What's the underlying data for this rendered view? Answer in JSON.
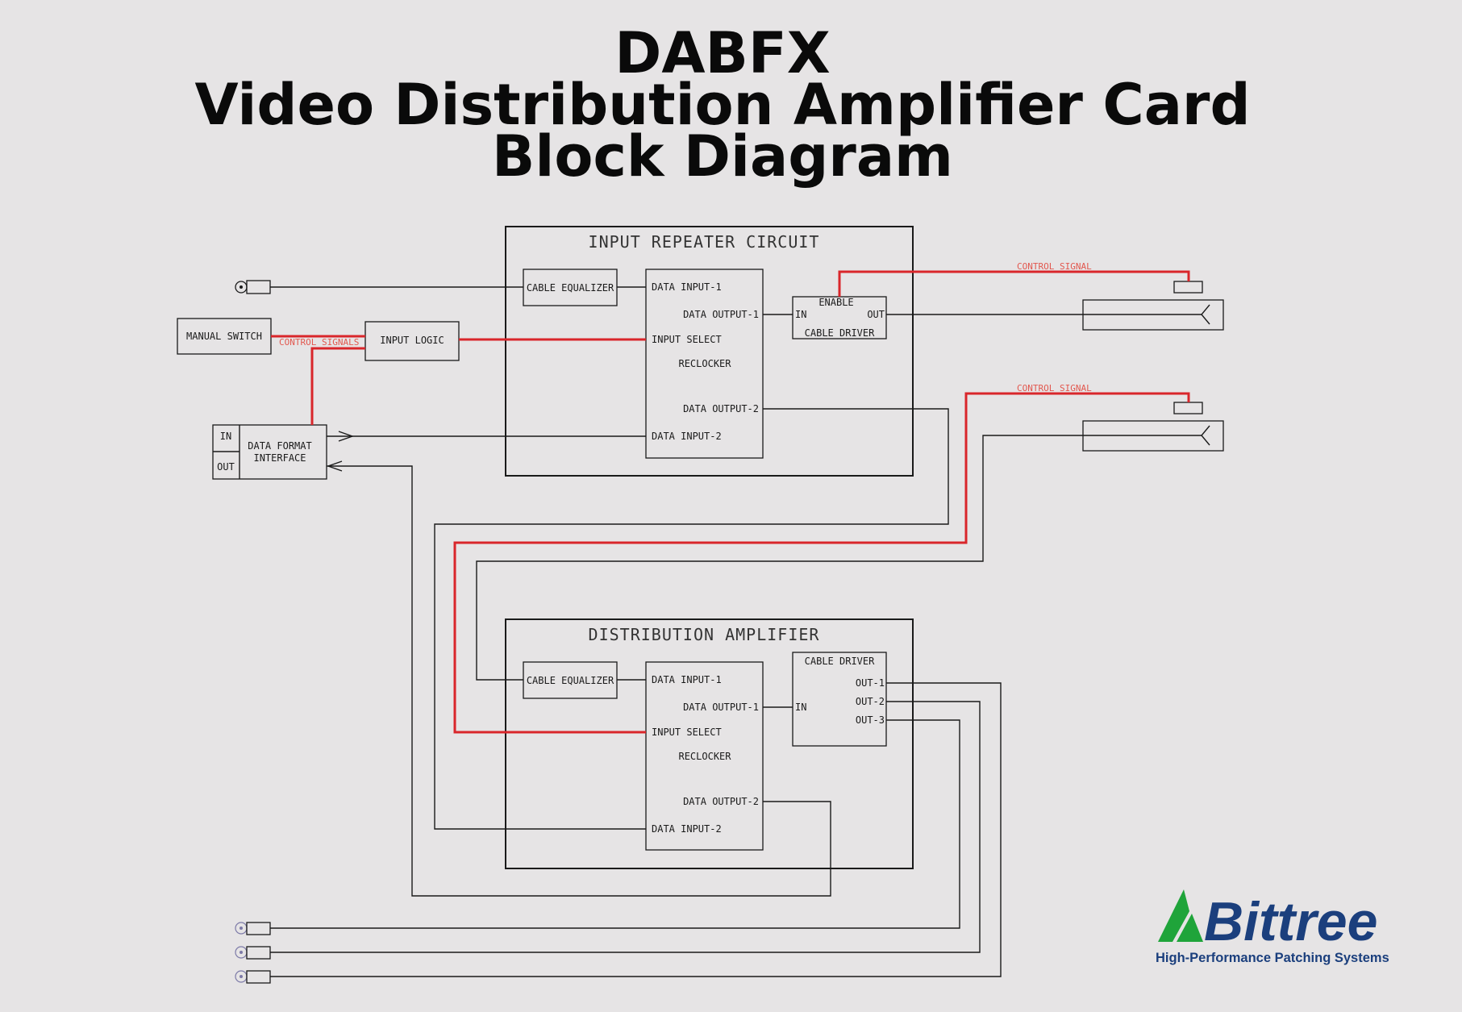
{
  "title": {
    "line1": "DABFX",
    "line2": "Video Distribution Amplifier Card",
    "line3": "Block Diagram"
  },
  "input_repeater": {
    "name": "INPUT REPEATER CIRCUIT",
    "cable_equalizer": "CABLE EQUALIZER",
    "data_input_1": "DATA INPUT-1",
    "data_output_1": "DATA OUTPUT-1",
    "input_select": "INPUT SELECT",
    "reclocker": "RECLOCKER",
    "data_output_2": "DATA OUTPUT-2",
    "data_input_2": "DATA INPUT-2",
    "cd_enable": "ENABLE",
    "cd_in": "IN",
    "cd_out": "OUT",
    "cd_name": "CABLE DRIVER"
  },
  "distribution_amplifier": {
    "name": "DISTRIBUTION AMPLIFIER",
    "cable_equalizer": "CABLE EQUALIZER",
    "data_input_1": "DATA INPUT-1",
    "data_output_1": "DATA OUTPUT-1",
    "input_select": "INPUT SELECT",
    "reclocker": "RECLOCKER",
    "data_output_2": "DATA OUTPUT-2",
    "data_input_2": "DATA INPUT-2",
    "cd_name": "CABLE DRIVER",
    "cd_in": "IN",
    "out1": "OUT-1",
    "out2": "OUT-2",
    "out3": "OUT-3"
  },
  "manual_switch": "MANUAL SWITCH",
  "control_signals": "CONTROL SIGNALS",
  "input_logic": "INPUT LOGIC",
  "dfi": {
    "in": "IN",
    "out": "OUT",
    "name_line1": "DATA FORMAT",
    "name_line2": "INTERFACE"
  },
  "control_signal_1": "CONTROL SIGNAL",
  "control_signal_2": "CONTROL SIGNAL",
  "logo": {
    "brand": "Bittree",
    "tagline": "High-Performance Patching Systems"
  },
  "colors": {
    "background": "#e6e4e5",
    "control_line": "#d9262b",
    "brand": "#1b3f7d",
    "brand_accent": "#1fa43a"
  }
}
